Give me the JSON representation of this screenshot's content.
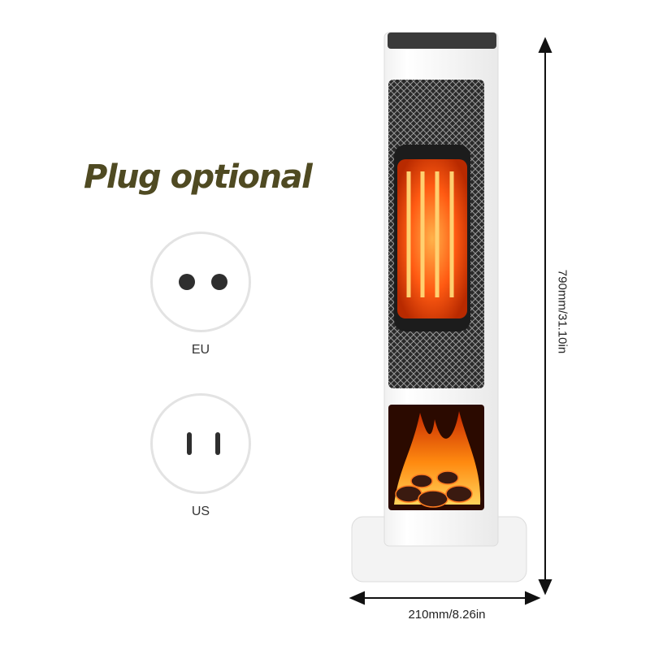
{
  "title": "Plug optional",
  "plugs": [
    {
      "label": "EU",
      "pin_style": "round"
    },
    {
      "label": "US",
      "pin_style": "flat"
    }
  ],
  "dimensions": {
    "height": "790mm/31.10in",
    "width": "210mm/8.26in"
  },
  "colors": {
    "title": "#4f4a22",
    "heater_body": "#ffffff",
    "element_glow": "#ff6a1a",
    "flame": "#ff8c00"
  },
  "icons": {
    "eu_socket": "eu-socket-icon",
    "us_socket": "us-socket-icon",
    "heater": "tower-heater-image"
  }
}
